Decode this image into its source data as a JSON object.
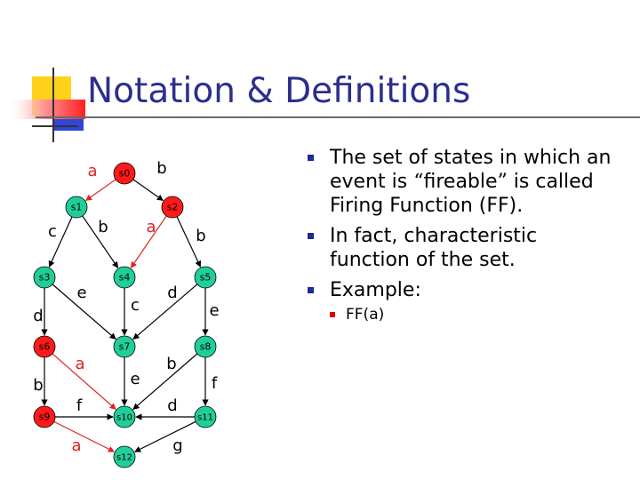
{
  "title": "Notation & Definitions",
  "bullets": {
    "b1": {
      "pre": "The set of states in which an event is ",
      "lq": "“",
      "word": "fireable",
      "rq": "”",
      "post": " is called Firing Function (FF)."
    },
    "b2": "In fact, characteristic function of the set.",
    "b3": "Example:",
    "sub1": "FF(a)"
  },
  "colors": {
    "title": "#2b2f8c",
    "state_default": "#1fcf9a",
    "state_highlight": "#ff1a1a",
    "edge_default": "#000000",
    "edge_highlight": "#e02020",
    "bullet": "#1a2e8f",
    "sub_bullet": "#e00000"
  },
  "graph": {
    "states": [
      {
        "id": "s0",
        "highlight": true
      },
      {
        "id": "s1",
        "highlight": false
      },
      {
        "id": "s2",
        "highlight": true
      },
      {
        "id": "s3",
        "highlight": false
      },
      {
        "id": "s4",
        "highlight": false
      },
      {
        "id": "s5",
        "highlight": false
      },
      {
        "id": "s6",
        "highlight": true
      },
      {
        "id": "s7",
        "highlight": false
      },
      {
        "id": "s8",
        "highlight": false
      },
      {
        "id": "s9",
        "highlight": true
      },
      {
        "id": "s10",
        "highlight": false
      },
      {
        "id": "s11",
        "highlight": false
      },
      {
        "id": "s12",
        "highlight": false
      }
    ],
    "edges": [
      {
        "from": "s0",
        "to": "s1",
        "label": "a",
        "highlight": true
      },
      {
        "from": "s0",
        "to": "s2",
        "label": "b",
        "highlight": false
      },
      {
        "from": "s1",
        "to": "s3",
        "label": "c",
        "highlight": false
      },
      {
        "from": "s1",
        "to": "s4",
        "label": "b",
        "highlight": false
      },
      {
        "from": "s2",
        "to": "s4",
        "label": "a",
        "highlight": true
      },
      {
        "from": "s2",
        "to": "s5",
        "label": "b",
        "highlight": false
      },
      {
        "from": "s3",
        "to": "s6",
        "label": "d",
        "highlight": false
      },
      {
        "from": "s3",
        "to": "s7",
        "label": "e",
        "highlight": false
      },
      {
        "from": "s4",
        "to": "s7",
        "label": "c",
        "highlight": false
      },
      {
        "from": "s5",
        "to": "s7",
        "label": "d",
        "highlight": false
      },
      {
        "from": "s5",
        "to": "s8",
        "label": "e",
        "highlight": false
      },
      {
        "from": "s6",
        "to": "s9",
        "label": "b",
        "highlight": false
      },
      {
        "from": "s6",
        "to": "s10",
        "label": "a",
        "highlight": true
      },
      {
        "from": "s7",
        "to": "s10",
        "label": "e",
        "highlight": false
      },
      {
        "from": "s8",
        "to": "s10",
        "label": "b",
        "highlight": false
      },
      {
        "from": "s8",
        "to": "s11",
        "label": "f",
        "highlight": false
      },
      {
        "from": "s9",
        "to": "s10",
        "label": "f",
        "highlight": false
      },
      {
        "from": "s11",
        "to": "s10",
        "label": "d",
        "highlight": false
      },
      {
        "from": "s9",
        "to": "s12",
        "label": "a",
        "highlight": true
      },
      {
        "from": "s11",
        "to": "s12",
        "label": "g",
        "highlight": false
      }
    ]
  }
}
